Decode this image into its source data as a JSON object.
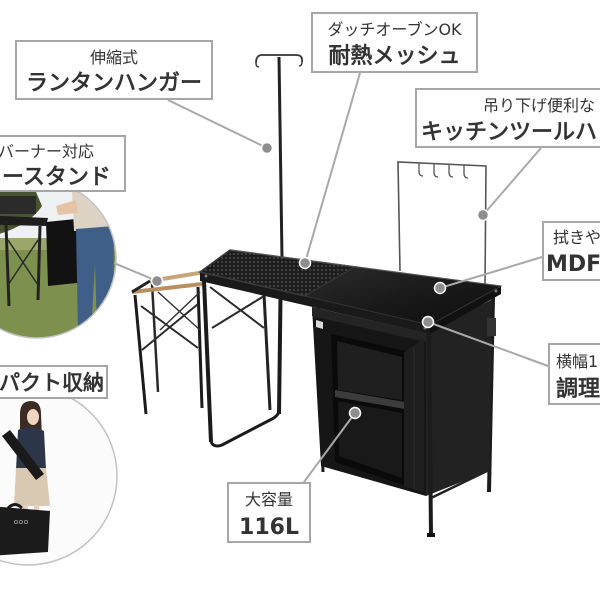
{
  "callouts": {
    "lantern_hanger": {
      "sub": "伸縮式",
      "main": "ランタンハンガー"
    },
    "heat_mesh": {
      "sub": "ダッチオーブンOK",
      "main": "耐熱メッシュ"
    },
    "tool_hanger": {
      "sub": "吊り下げ便利な",
      "main": "キッチンツールハ"
    },
    "burner_stand": {
      "sub": "バーナー対応",
      "main": "ースタンド"
    },
    "mdf_top": {
      "sub": "拭きや",
      "main": "MDF"
    },
    "width": {
      "sub": "横幅1",
      "main": "調理"
    },
    "compact_storage": {
      "main": "パクト収納"
    },
    "capacity": {
      "sub": "大容量",
      "main": "116L"
    }
  },
  "colors": {
    "callout_border": "#a6a6a6",
    "callout_text": "#333333",
    "leader_line": "#a8a8a8",
    "table_frame": "#1b1b1b"
  }
}
